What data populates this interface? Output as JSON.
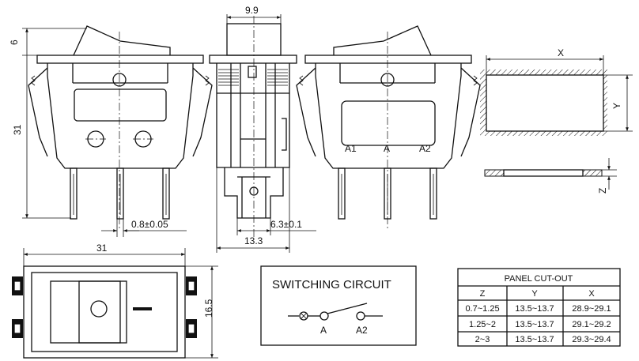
{
  "dimensions": {
    "top_width": "9.9",
    "rocker_height": "6",
    "body_height": "31",
    "pin_width": "0.8±0.05",
    "pin_pitch": "6.3±0.1",
    "side_width": "13.3",
    "bottom_length": "31",
    "bottom_height": "16.5",
    "cutout_x": "X",
    "cutout_y": "Y",
    "cutout_z": "Z"
  },
  "terminals": [
    "A1",
    "A",
    "A2"
  ],
  "switching_circuit": {
    "title": "SWITCHING CIRCUIT",
    "label_a": "A",
    "label_a2": "A2"
  },
  "panel_table": {
    "title": "PANEL CUT-OUT",
    "headers": [
      "Z",
      "Y",
      "X"
    ],
    "rows": [
      [
        "0.7~1.25",
        "13.5~13.7",
        "28.9~29.1"
      ],
      [
        "1.25~2",
        "13.5~13.7",
        "29.1~29.2"
      ],
      [
        "2~3",
        "13.5~13.7",
        "29.3~29.4"
      ]
    ]
  }
}
